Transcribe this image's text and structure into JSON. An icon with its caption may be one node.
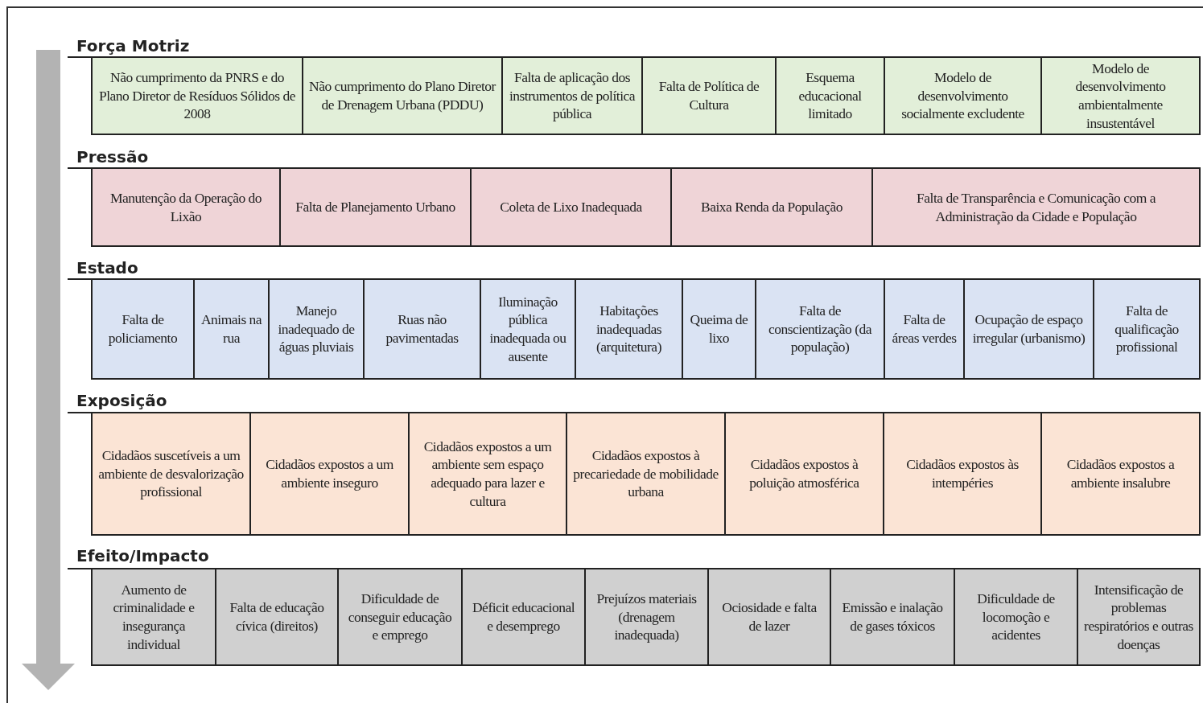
{
  "diagram": {
    "nodes": [
      {
        "text": [
          "Não cumprimento da PNRS e do Plano Diretor de Resíduos Sólidos de 2008"
        ]
      },
      {
        "text": [
          "Não cumprimento do Plano Diretor de Drenagem Urbana (PDDU)"
        ]
      },
      {
        "text": [
          "Falta de aplicação dos instrumentos de política pública"
        ]
      },
      {
        "text": [
          "Falta de Política de Cultura"
        ]
      },
      {
        "text": [
          "Esquema educacional limitado"
        ]
      },
      {
        "text": [
          "Modelo de desenvolvimento socialmente excludente"
        ]
      },
      {
        "text": [
          "Modelo de desenvolvimento ambientalmente insustentável"
        ]
      },
      {
        "text": [
          "Manutenção da Operação do Lixão"
        ]
      },
      {
        "text": [
          "Falta de Planejamento Urbano"
        ]
      },
      {
        "text": [
          "Coleta de Lixo Inadequada"
        ]
      },
      {
        "text": [
          "Baixa Renda da População"
        ]
      },
      {
        "text": [
          "Falta de Transparência e Comunicação com a Administração da Cidade e População"
        ]
      },
      {
        "text": [
          "Falta de policiamento"
        ]
      },
      {
        "text": [
          "Animais na rua"
        ]
      },
      {
        "text": [
          "Manejo inadequado de águas pluviais"
        ]
      },
      {
        "text": [
          "Ruas não pavimentadas"
        ]
      },
      {
        "text": [
          "Iluminação pública inadequada ou ausente"
        ]
      },
      {
        "text": [
          "Habitações inadequadas (arquitetura)"
        ]
      },
      {
        "text": [
          "Queima de lixo"
        ]
      },
      {
        "text": [
          "Falta de conscientização (da população)"
        ]
      },
      {
        "text": [
          "Falta de áreas verdes"
        ]
      },
      {
        "text": [
          "Ocupação de espaço irregular (urbanismo)"
        ]
      },
      {
        "text": [
          "Falta de qualificação profissional"
        ]
      },
      {
        "text": [
          "Cidadãos suscetíveis a um ambiente de desvalorização profissional"
        ]
      },
      {
        "text": [
          "Cidadãos expostos a um ambiente inseguro"
        ]
      },
      {
        "text": [
          "Cidadãos expostos a um ambiente sem espaço adequado para lazer e cultura"
        ]
      },
      {
        "text": [
          "Cidadãos expostos à precariedade de mobilidade urbana"
        ]
      },
      {
        "text": [
          "Cidadãos expostos à poluição atmosférica"
        ]
      },
      {
        "text": [
          "Cidadãos expostos às intempéries"
        ]
      },
      {
        "text": [
          "Cidadãos expostos a ambiente insalubre"
        ]
      },
      {
        "text": [
          "Aumento de criminalidade e insegurança individual"
        ]
      },
      {
        "text": [
          "Falta de educação cívica (direitos)"
        ]
      },
      {
        "text": [
          "Dificuldade de conseguir educação e emprego"
        ]
      },
      {
        "text": [
          "Déficit educacional e desemprego"
        ]
      },
      {
        "text": [
          "Prejuízos materiais (drenagem inadequada)"
        ]
      },
      {
        "text": [
          "Ociosidade e falta de lazer"
        ]
      },
      {
        "text": [
          "Emissão e inalação de gases tóxicos"
        ]
      },
      {
        "text": [
          "Dificuldade de locomoção e acidentes"
        ]
      },
      {
        "text": [
          "Intensificação de problemas respiratórios e outras doenças"
        ]
      }
    ],
    "edges": [],
    "labels": [
      "Força Motriz",
      "Pressão",
      "Estado",
      "Exposição",
      "Efeito/Impacto"
    ]
  }
}
